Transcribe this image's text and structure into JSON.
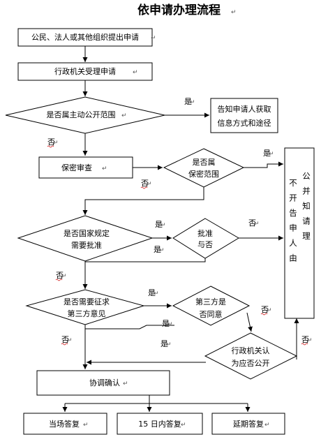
{
  "title": "依申请办理流程",
  "nodes": {
    "apply": "公民、法人或其他组织提出申请",
    "accept": "行政机关受理申请",
    "scope_l1": "是否属主动公开范围",
    "notify_l1": "告知申请人获取",
    "notify_l2": "信息方式和途径",
    "confidential_review": "保密审查",
    "secret_l1": "是否属",
    "secret_l2": "保密范围",
    "state_l1": "是否国家规定",
    "state_l2": "需要批准",
    "approve_l1": "批准",
    "approve_l2": "与否",
    "third_l1": "是否需要征求",
    "third_l2": "第三方意见",
    "third_agree_l1": "第三方是",
    "third_agree_l2": "否同意",
    "agency_l1": "行政机关认",
    "agency_l2": "为应否公开",
    "coordinate": "协调确认",
    "reply_now": "当场答复",
    "reply_15": "15 日内答复",
    "reply_delay": "延期答复",
    "reject_col1": [
      "不",
      "开",
      "告",
      "申",
      "人",
      "由"
    ],
    "reject_col2": [
      "公",
      "并",
      "知",
      "请",
      "理"
    ]
  },
  "labels": {
    "yes": "是",
    "no": "否"
  },
  "colors": {
    "line": "#000000",
    "background": "#ffffff",
    "squiggle": "#d21a1a"
  }
}
